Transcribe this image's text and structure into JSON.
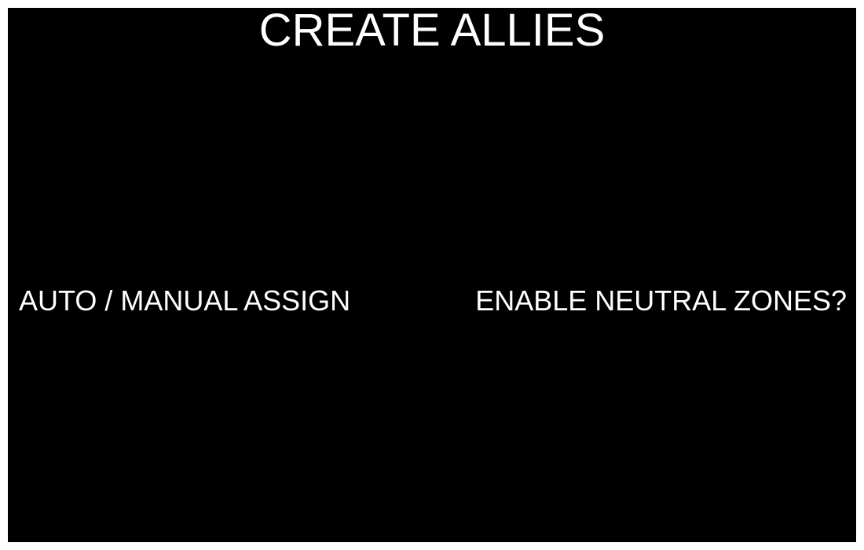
{
  "screen": {
    "title": "CREATE ALLIES",
    "options": {
      "assign_mode": "AUTO / MANUAL ASSIGN",
      "neutral_zones": "ENABLE NEUTRAL ZONES?"
    }
  },
  "colors": {
    "background": "#000000",
    "text": "#ffffff",
    "border": "#ffffff"
  }
}
